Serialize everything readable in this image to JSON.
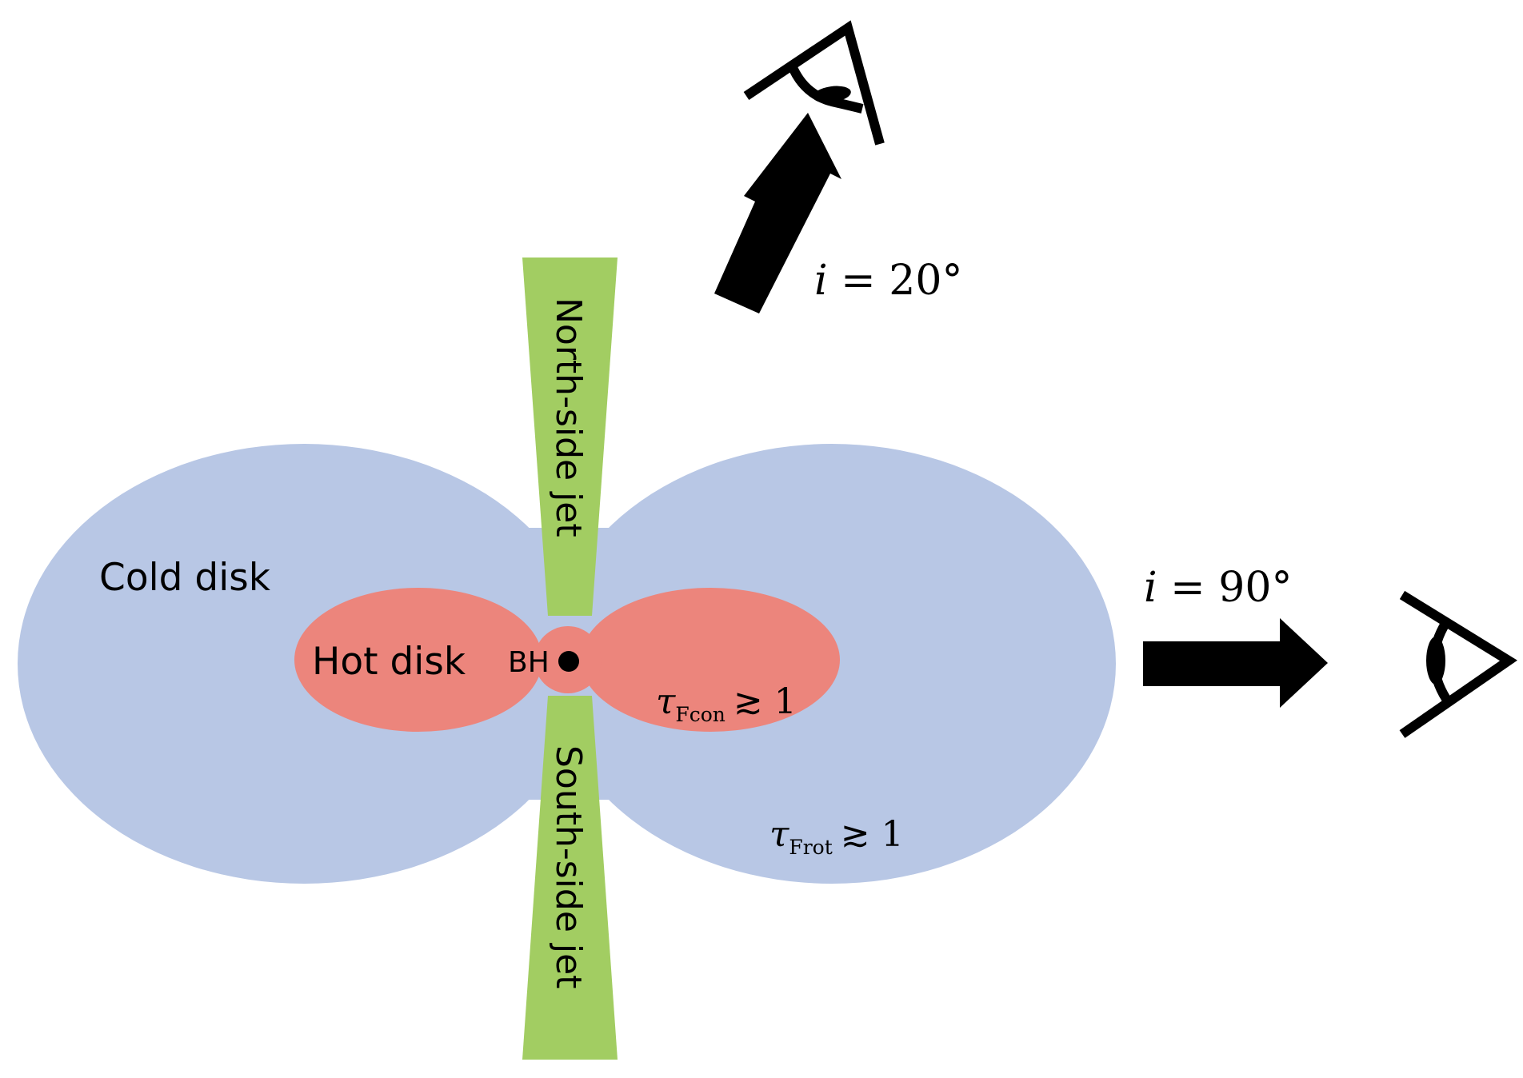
{
  "labels": {
    "cold_disk": "Cold disk",
    "hot_disk": "Hot disk",
    "black_hole": "BH",
    "north_jet": "North-side jet",
    "south_jet": "South-side jet",
    "tau_fcon": {
      "symbol": "τ",
      "subscript": "Fcon",
      "relation": "≳ 1"
    },
    "tau_frot": {
      "symbol": "τ",
      "subscript": "Frot",
      "relation": "≳ 1"
    },
    "inclination_20": {
      "var": "i",
      "rest": " = 20°"
    },
    "inclination_90": {
      "var": "i",
      "rest": " = 90°"
    }
  },
  "colors": {
    "cold_disk": "#b8c7e5",
    "hot_disk": "#ec857c",
    "jet": "#a2cd62",
    "ink": "#000000"
  },
  "icons": [
    "observer-eye-icon",
    "viewing-arrow-icon"
  ]
}
